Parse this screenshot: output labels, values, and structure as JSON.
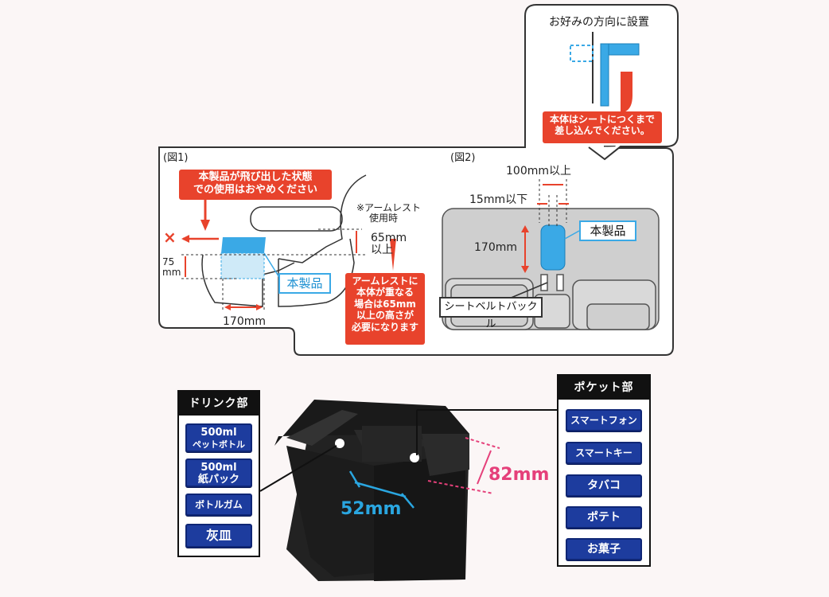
{
  "top_callout": {
    "title": "お好みの方向に設置",
    "note_lines": [
      "本体はシートにつくまで",
      "差し込んでください。"
    ]
  },
  "figure1": {
    "label": "(図1)",
    "warning_lines": [
      "本製品が飛び出した状態",
      "での使用はおやめください"
    ],
    "x_mark": "×",
    "armrest_lines": [
      "※アームレスト",
      "使用時"
    ],
    "height_lines": [
      "65mm",
      "以上"
    ],
    "dim_left_lines": [
      "75",
      "mm"
    ],
    "dim_bottom": "170mm",
    "product_label": "本製品",
    "armrest_note_lines": [
      "アームレストに",
      "本体が重なる",
      "場合は65mm",
      "以上の高さが",
      "必要になります"
    ]
  },
  "figure2": {
    "label": "(図2)",
    "dim_top": "100mm以上",
    "dim_gap": "15mm以下",
    "dim_height": "170mm",
    "product_label": "本製品",
    "buckle_label": "シートベルトバックル"
  },
  "product_photo": {
    "dim_width": "52mm",
    "dim_depth": "82mm"
  },
  "drink_panel": {
    "header": "ドリンク部",
    "items": [
      {
        "lines": [
          "500ml",
          "ペットボトル"
        ]
      },
      {
        "lines": [
          "500ml",
          "紙パック"
        ]
      },
      {
        "lines": [
          "ボトルガム"
        ]
      },
      {
        "lines": [
          "灰皿"
        ]
      }
    ]
  },
  "pocket_panel": {
    "header": "ポケット部",
    "items": [
      {
        "lines": [
          "スマートフォン"
        ]
      },
      {
        "lines": [
          "スマートキー"
        ]
      },
      {
        "lines": [
          "タバコ"
        ]
      },
      {
        "lines": [
          "ポテト"
        ]
      },
      {
        "lines": [
          "お菓子"
        ]
      }
    ]
  },
  "colors": {
    "accent_red": "#e8432c",
    "product_blue": "#3aa9e6",
    "button_navy": "#1d3c9e",
    "dimension_pink": "#e5407a",
    "dimension_cyan": "#2aa6e0"
  }
}
